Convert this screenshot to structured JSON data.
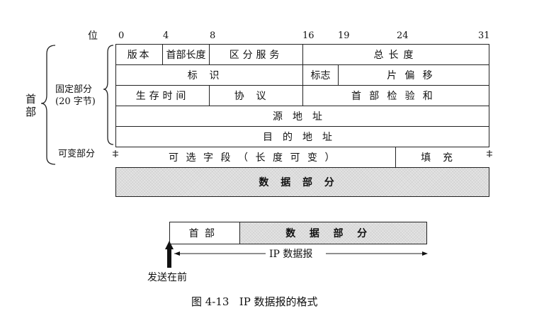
{
  "bit_header": {
    "label": "位",
    "marks": [
      "0",
      "4",
      "8",
      "16",
      "19",
      "24",
      "31"
    ]
  },
  "left_labels": {
    "header": "首\n部",
    "fixed": "固定部分\n(20 字节)",
    "variable": "可变部分"
  },
  "fields": {
    "version": "版本",
    "header_length": "首部长度",
    "diff_service": "区分服务",
    "total_length": "总长度",
    "identification": "标识",
    "flags": "标志",
    "fragment_offset": "片偏移",
    "ttl": "生存时间",
    "protocol": "协议",
    "checksum": "首部检验和",
    "source_address": "源地址",
    "dest_address": "目的地址",
    "options": "可选字段（长度可变）",
    "padding": "填充",
    "data": "数据部分"
  },
  "lower": {
    "header": "首部",
    "data": "数据部分",
    "datagram": "IP 数据报",
    "send_first": "发送在前"
  },
  "caption": "图 4-13   IP 数据报的格式"
}
